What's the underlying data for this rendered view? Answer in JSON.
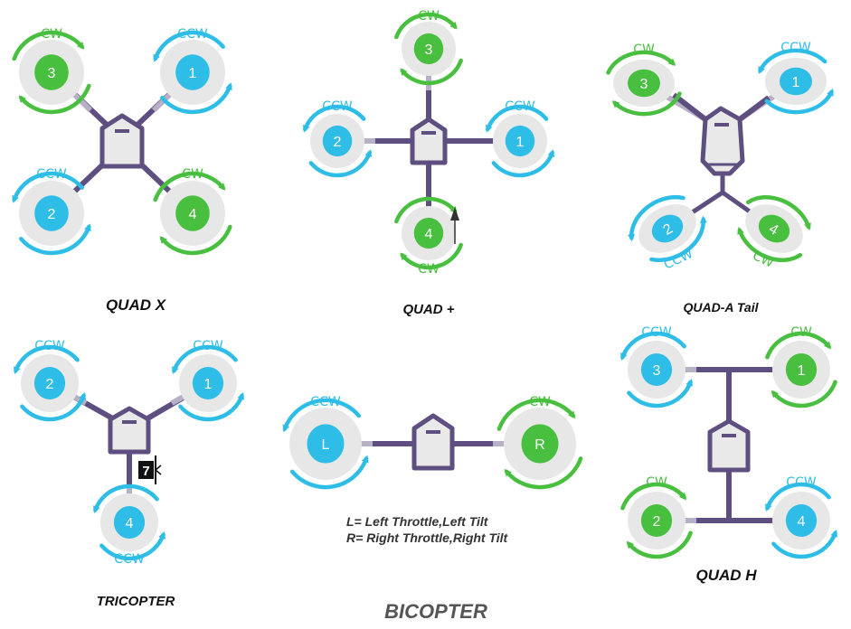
{
  "colors": {
    "frame": "#5e4f80",
    "cw": "#48bf3f",
    "ccw": "#2ebde6",
    "prop_disc": "#e7e7e7",
    "body_fill": "#e9e9e9",
    "text_dark": "#111111",
    "text_gray": "#555555"
  },
  "configs": {
    "quad_x": {
      "title": "QUAD X",
      "motors": [
        {
          "num": "3",
          "dir": "CW"
        },
        {
          "num": "1",
          "dir": "CCW"
        },
        {
          "num": "2",
          "dir": "CCW"
        },
        {
          "num": "4",
          "dir": "CW"
        }
      ]
    },
    "quad_plus": {
      "title": "QUAD +",
      "motors": [
        {
          "num": "3",
          "dir": "CW"
        },
        {
          "num": "2",
          "dir": "CCW"
        },
        {
          "num": "1",
          "dir": "CCW"
        },
        {
          "num": "4",
          "dir": "CW"
        }
      ],
      "icon": "up-arrow-icon"
    },
    "quad_a_tail": {
      "title": "QUAD-A Tail",
      "motors": [
        {
          "num": "3",
          "dir": "CW"
        },
        {
          "num": "1",
          "dir": "CCW"
        },
        {
          "num": "2",
          "dir": "CCW"
        },
        {
          "num": "4",
          "dir": "CW"
        }
      ]
    },
    "tricopter": {
      "title": "TRICOPTER",
      "motors": [
        {
          "num": "2",
          "dir": "CCW"
        },
        {
          "num": "1",
          "dir": "CCW"
        },
        {
          "num": "4",
          "dir": "CCW"
        }
      ],
      "servo_label": "7",
      "icon": "servo-icon"
    },
    "bicopter": {
      "title": "BICOPTER",
      "motors": [
        {
          "num": "L",
          "dir": "CCW"
        },
        {
          "num": "R",
          "dir": "CW"
        }
      ],
      "legend": [
        "L= Left Throttle,Left Tilt",
        "R= Right Throttle,Right Tilt"
      ]
    },
    "quad_h": {
      "title": "QUAD H",
      "motors": [
        {
          "num": "3",
          "dir": "CCW"
        },
        {
          "num": "1",
          "dir": "CW"
        },
        {
          "num": "2",
          "dir": "CW"
        },
        {
          "num": "4",
          "dir": "CCW"
        }
      ]
    }
  }
}
